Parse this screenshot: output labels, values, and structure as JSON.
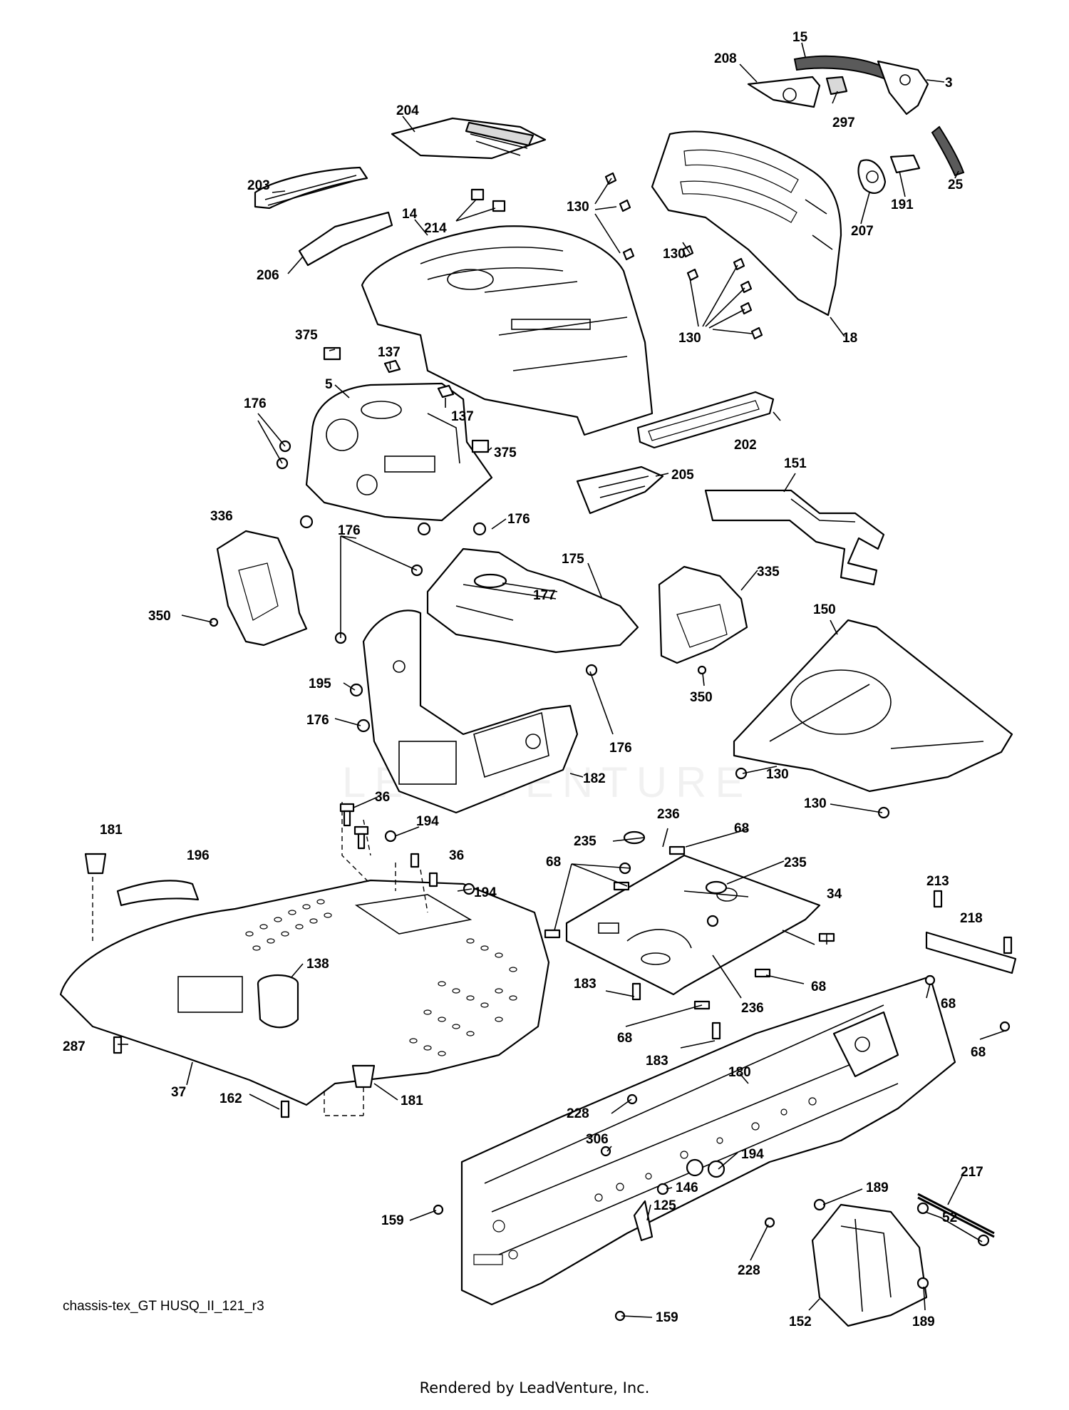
{
  "diagram_id": "chassis-tex_GT HUSQ_II_121_r3",
  "footer_credit": "Rendered by LeadVenture, Inc.",
  "watermark": "LEADVENTURE",
  "callouts": [
    {
      "key": "c15",
      "text": "15"
    },
    {
      "key": "c208",
      "text": "208"
    },
    {
      "key": "c3",
      "text": "3"
    },
    {
      "key": "c297",
      "text": "297"
    },
    {
      "key": "c204",
      "text": "204"
    },
    {
      "key": "c25",
      "text": "25"
    },
    {
      "key": "c203",
      "text": "203"
    },
    {
      "key": "c191",
      "text": "191"
    },
    {
      "key": "c130a",
      "text": "130"
    },
    {
      "key": "c214",
      "text": "214"
    },
    {
      "key": "c207",
      "text": "207"
    },
    {
      "key": "c14",
      "text": "14"
    },
    {
      "key": "c130b",
      "text": "130"
    },
    {
      "key": "c206",
      "text": "206"
    },
    {
      "key": "c130c",
      "text": "130"
    },
    {
      "key": "c18",
      "text": "18"
    },
    {
      "key": "c375a",
      "text": "375"
    },
    {
      "key": "c137a",
      "text": "137"
    },
    {
      "key": "c5",
      "text": "5"
    },
    {
      "key": "c176a",
      "text": "176"
    },
    {
      "key": "c137b",
      "text": "137"
    },
    {
      "key": "c202",
      "text": "202"
    },
    {
      "key": "c375b",
      "text": "375"
    },
    {
      "key": "c151",
      "text": "151"
    },
    {
      "key": "c205",
      "text": "205"
    },
    {
      "key": "c336",
      "text": "336"
    },
    {
      "key": "c176b",
      "text": "176"
    },
    {
      "key": "c176c",
      "text": "176"
    },
    {
      "key": "c175",
      "text": "175"
    },
    {
      "key": "c335",
      "text": "335"
    },
    {
      "key": "c177",
      "text": "177"
    },
    {
      "key": "c150",
      "text": "150"
    },
    {
      "key": "c350a",
      "text": "350"
    },
    {
      "key": "c195",
      "text": "195"
    },
    {
      "key": "c350b",
      "text": "350"
    },
    {
      "key": "c176d",
      "text": "176"
    },
    {
      "key": "c176e",
      "text": "176"
    },
    {
      "key": "c130d",
      "text": "130"
    },
    {
      "key": "c182",
      "text": "182"
    },
    {
      "key": "c130e",
      "text": "130"
    },
    {
      "key": "c36a",
      "text": "36"
    },
    {
      "key": "c194a",
      "text": "194"
    },
    {
      "key": "c236a",
      "text": "236"
    },
    {
      "key": "c181a",
      "text": "181"
    },
    {
      "key": "c235a",
      "text": "235"
    },
    {
      "key": "c68a",
      "text": "68"
    },
    {
      "key": "c196",
      "text": "196"
    },
    {
      "key": "c36b",
      "text": "36"
    },
    {
      "key": "c68b",
      "text": "68"
    },
    {
      "key": "c235b",
      "text": "235"
    },
    {
      "key": "c213",
      "text": "213"
    },
    {
      "key": "c34",
      "text": "34"
    },
    {
      "key": "c194b",
      "text": "194"
    },
    {
      "key": "c218",
      "text": "218"
    },
    {
      "key": "c138",
      "text": "138"
    },
    {
      "key": "c183a",
      "text": "183"
    },
    {
      "key": "c68c",
      "text": "68"
    },
    {
      "key": "c236b",
      "text": "236"
    },
    {
      "key": "c68d",
      "text": "68"
    },
    {
      "key": "c68e",
      "text": "68"
    },
    {
      "key": "c287",
      "text": "287"
    },
    {
      "key": "c183b",
      "text": "183"
    },
    {
      "key": "c68f",
      "text": "68"
    },
    {
      "key": "c37",
      "text": "37"
    },
    {
      "key": "c180",
      "text": "180"
    },
    {
      "key": "c162",
      "text": "162"
    },
    {
      "key": "c181b",
      "text": "181"
    },
    {
      "key": "c228a",
      "text": "228"
    },
    {
      "key": "c306",
      "text": "306"
    },
    {
      "key": "c194c",
      "text": "194"
    },
    {
      "key": "c217",
      "text": "217"
    },
    {
      "key": "c146",
      "text": "146"
    },
    {
      "key": "c189a",
      "text": "189"
    },
    {
      "key": "c125",
      "text": "125"
    },
    {
      "key": "c159a",
      "text": "159"
    },
    {
      "key": "c52",
      "text": "52"
    },
    {
      "key": "c228b",
      "text": "228"
    },
    {
      "key": "c159b",
      "text": "159"
    },
    {
      "key": "c152",
      "text": "152"
    },
    {
      "key": "c189b",
      "text": "189"
    }
  ]
}
